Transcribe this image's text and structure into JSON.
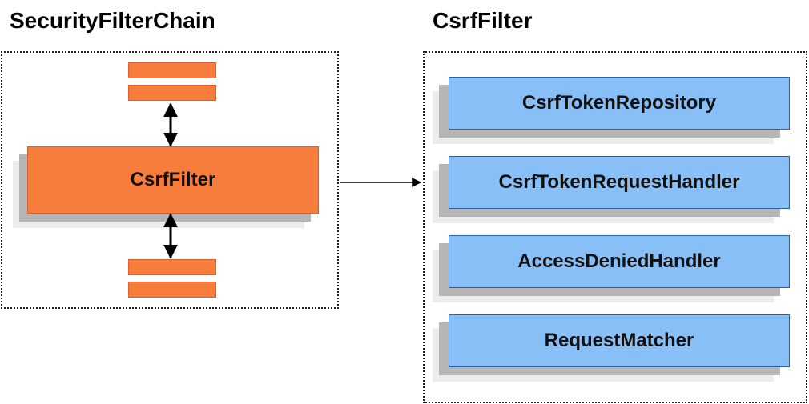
{
  "titles": {
    "left": "SecurityFilterChain",
    "right": "CsrfFilter"
  },
  "chain": {
    "main_filter_label": "CsrfFilter",
    "bar_color": "#f77d3c"
  },
  "components": [
    {
      "label": "CsrfTokenRepository"
    },
    {
      "label": "CsrfTokenRequestHandler"
    },
    {
      "label": "AccessDeniedHandler"
    },
    {
      "label": "RequestMatcher"
    }
  ],
  "colors": {
    "filter": "#f77d3c",
    "component": "#89bff7",
    "component_border": "#2a5fa5"
  }
}
